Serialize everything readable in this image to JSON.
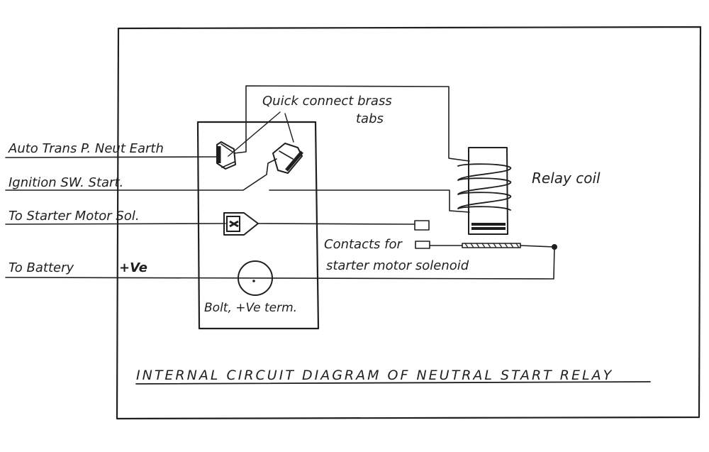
{
  "diagram": {
    "title": "INTERNAL CIRCUIT DIAGRAM OF NEUTRAL START RELAY",
    "inputs": {
      "auto_trans": "Auto Trans P. Neut Earth",
      "ignition": "Ignition SW. Start.",
      "starter_motor": "To Starter Motor Sol.",
      "battery": "To Battery",
      "battery_polarity": "+Ve"
    },
    "annotations": {
      "tabs_line1": "Quick connect brass",
      "tabs_line2": "tabs",
      "relay_coil": "Relay coil",
      "contacts_line1": "Contacts for",
      "contacts_line2": "starter motor solenoid",
      "bolt": "Bolt, +Ve term."
    },
    "ink_color": "#1f1f1f"
  }
}
